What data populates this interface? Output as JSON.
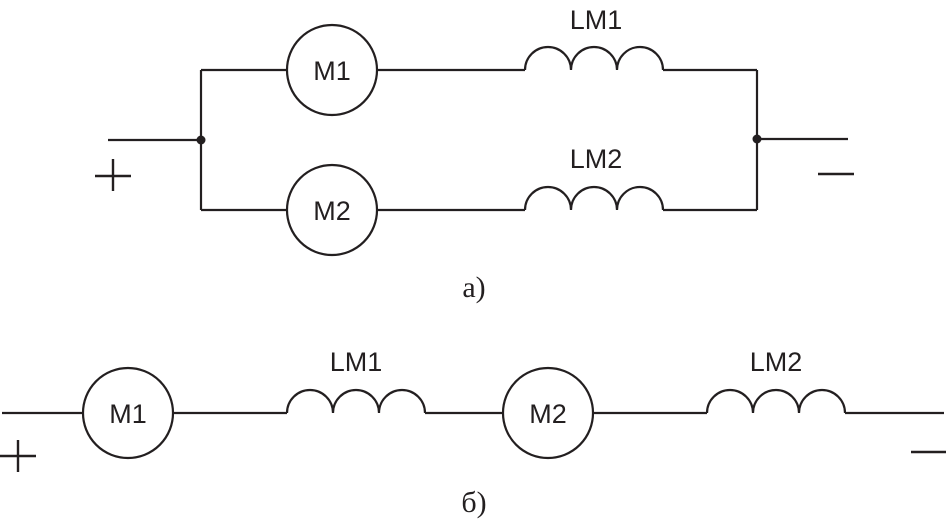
{
  "diagram_a": {
    "caption": "а)",
    "motor_top": "M1",
    "coil_top": "LM1",
    "motor_bottom": "M2",
    "coil_bottom": "LM2"
  },
  "diagram_b": {
    "caption": "б)",
    "motor_1": "M1",
    "coil_1": "LM1",
    "motor_2": "M2",
    "coil_2": "LM2"
  },
  "colors": {
    "line": "#231f20",
    "background": "#ffffff"
  }
}
